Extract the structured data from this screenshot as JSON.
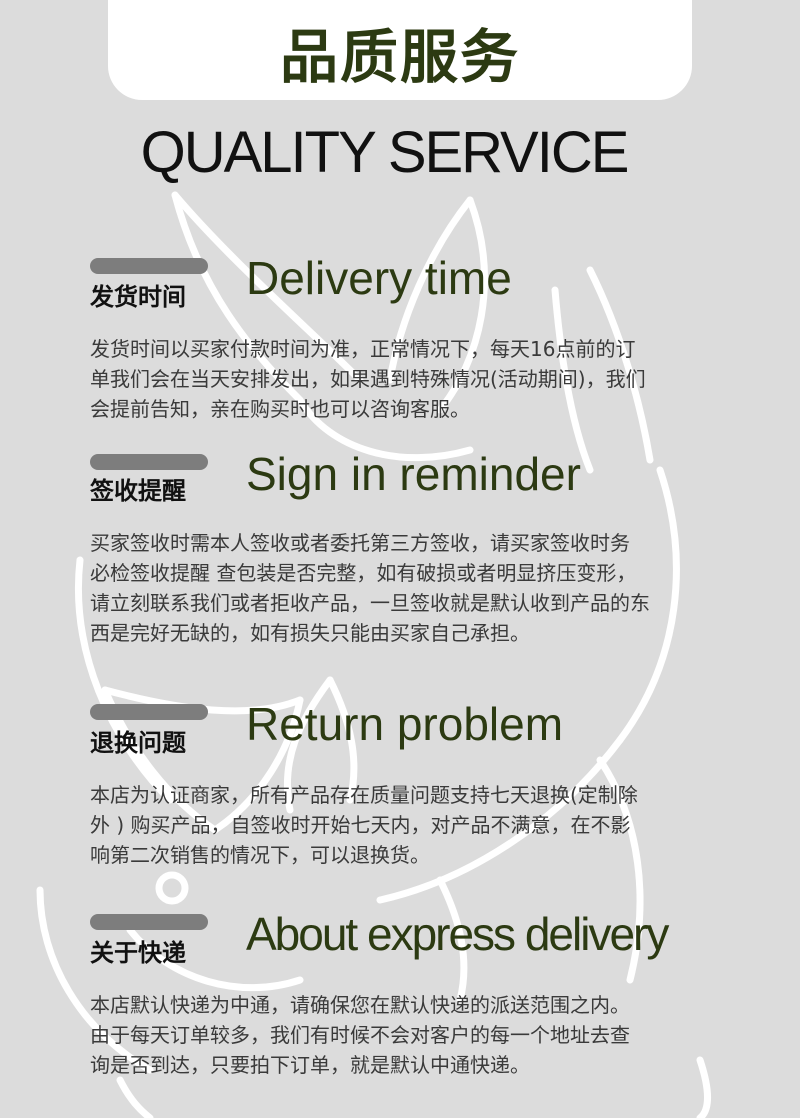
{
  "header": {
    "title_cn": "品质服务",
    "title_en": "QUALITY SERVICE"
  },
  "sections": [
    {
      "label": "发货时间",
      "heading": "Delivery time",
      "lines": [
        " 发货时间以买家付款时间为准，正常情况下，每天16点前的订",
        "单我们会在当天安排发出，如果遇到特殊情况(活动期间)，我们",
        "会提前告知，亲在购买时也可以咨询客服。"
      ]
    },
    {
      "label": "签收提醒",
      "heading": "Sign in reminder",
      "lines": [
        "买家签收时需本人签收或者委托第三方签收，请买家签收时务",
        "必检签收提醒 查包装是否完整，如有破损或者明显挤压变形，",
        "请立刻联系我们或者拒收产品，一旦签收就是默认收到产品的东",
        "西是完好无缺的，如有损失只能由买家自己承担。"
      ]
    },
    {
      "label": "退换问题",
      "heading": "Return problem",
      "lines": [
        "本店为认证商家，所有产品存在质量问题支持七天退换(定制除",
        "外 ) 购买产品，自签收时开始七天内，对产品不满意，在不影",
        "响第二次销售的情况下，可以退换货。"
      ]
    },
    {
      "label": "关于快递",
      "heading": "About express delivery",
      "lines": [
        "本店默认快递为中通，请确保您在默认快递的派送范围之内。",
        "由于每天订单较多，我们有时候不会对客户的每一个地址去查",
        "询是否到达，只要拍下订单，就是默认中通快递。"
      ]
    }
  ],
  "colors": {
    "background": "#dcdcdc",
    "accent_dark_olive": "#2c3a12",
    "pill": "#7d7d7d",
    "body_text": "#3a3a3a"
  },
  "icons": {
    "background_decoration": "rabbit-outline-illustration"
  }
}
